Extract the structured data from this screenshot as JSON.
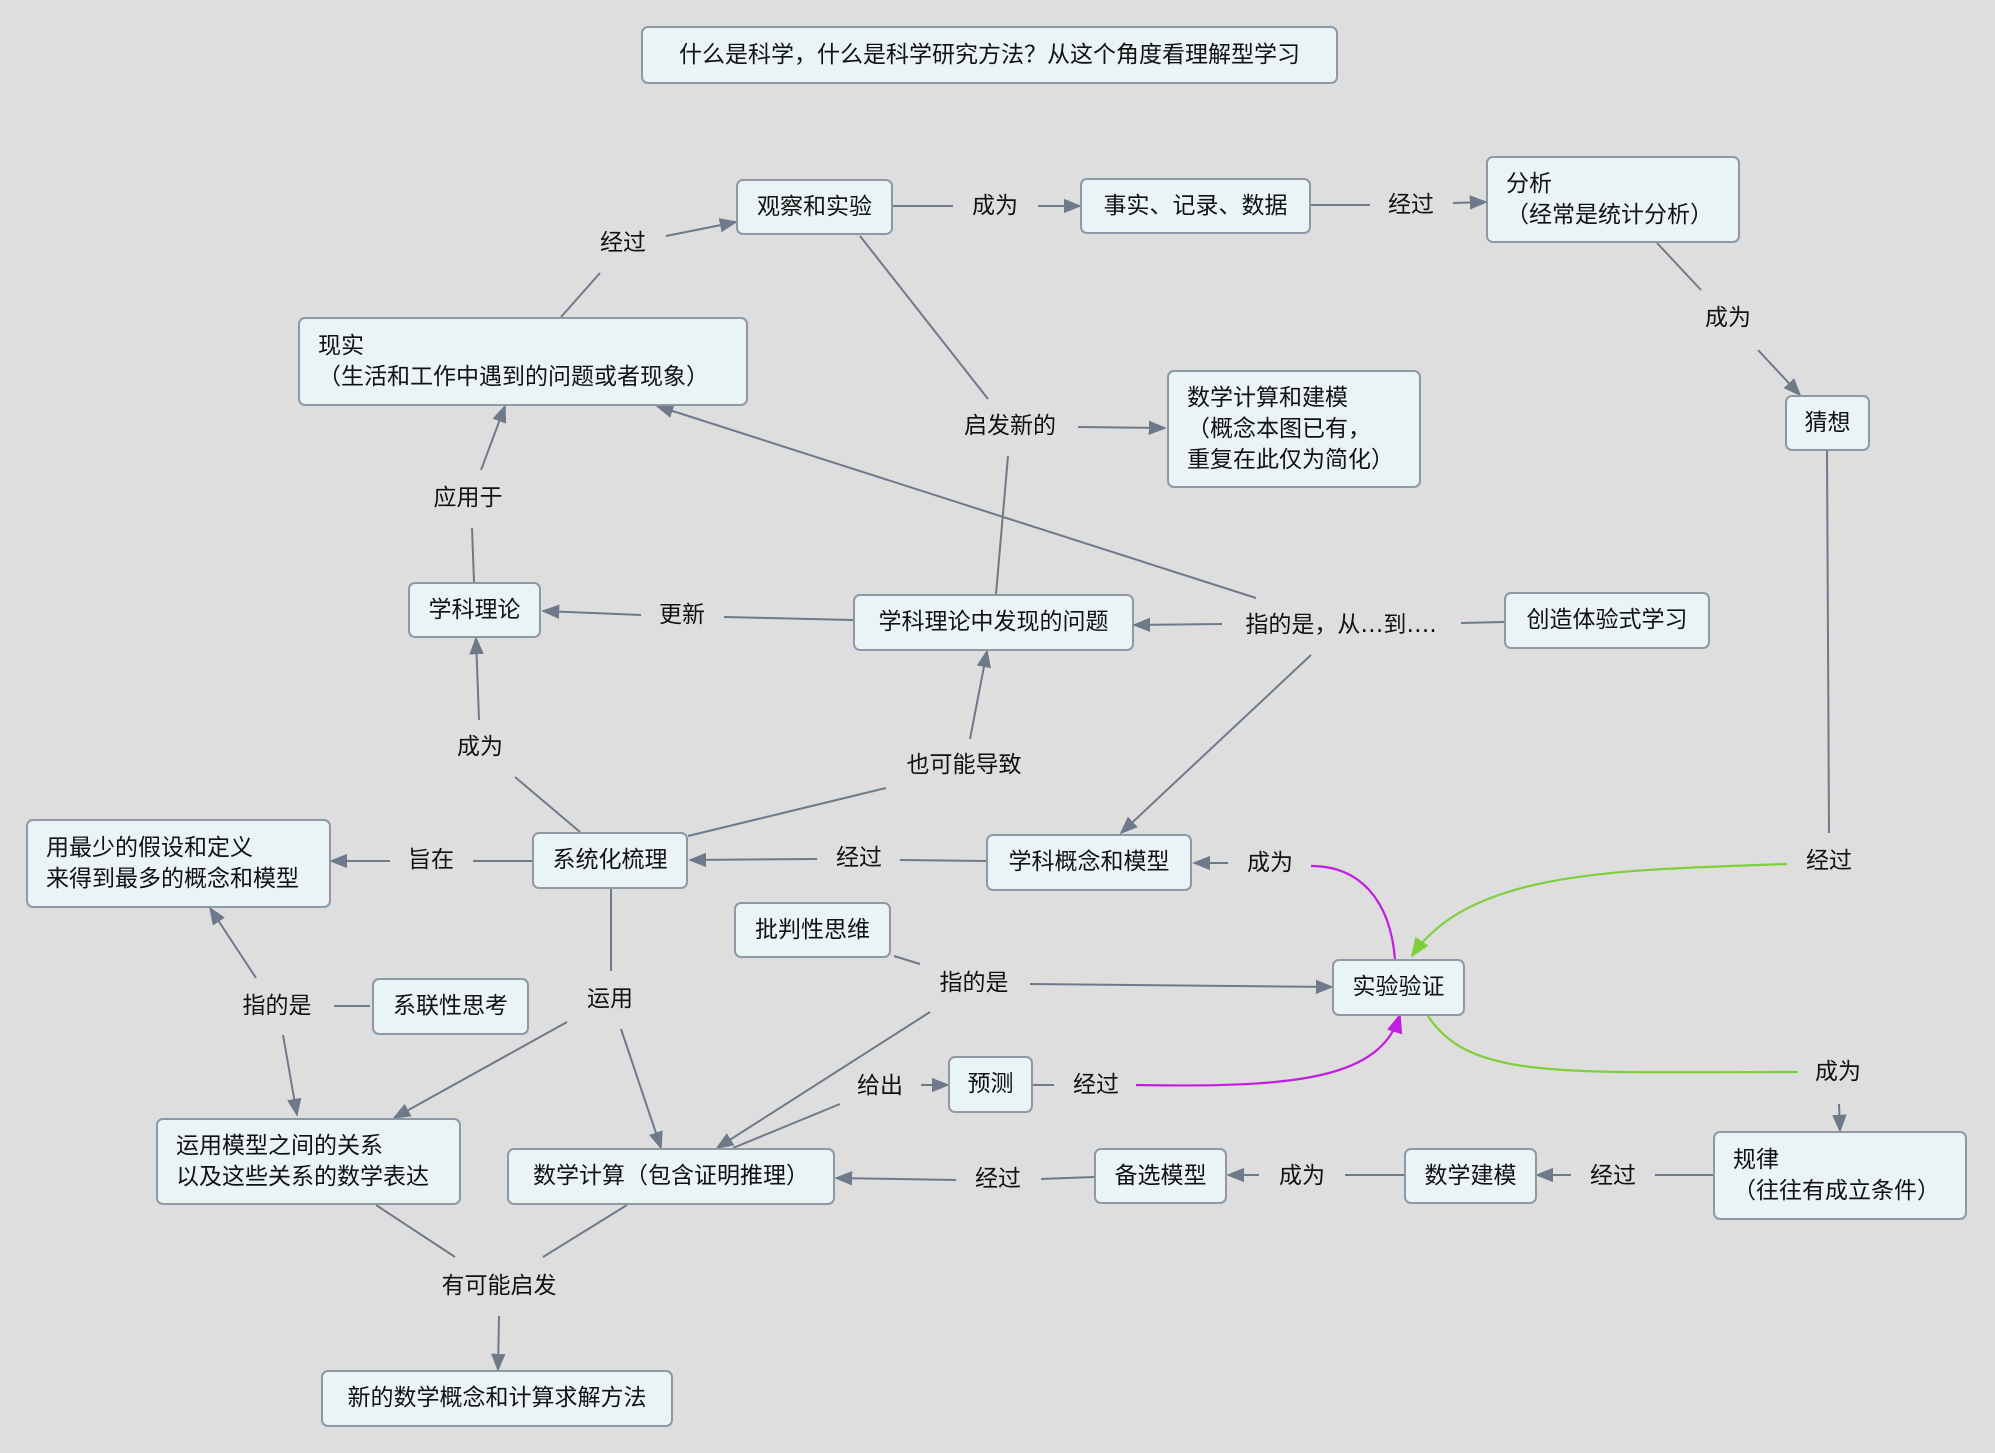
{
  "title": "什么是科学，什么是科学研究方法？从这个角度看理解型学习",
  "nodes": {
    "observe": "观察和实验",
    "facts": "事实、记录、数据",
    "analysis": "分析\n（经常是统计分析）",
    "reality": "现实\n（生活和工作中遇到的问题或者现象）",
    "math_modeling_note": "数学计算和建模\n（概念本图已有，\n重复在此仅为简化）",
    "guess": "猜想",
    "theory": "学科理论",
    "theory_problem": "学科理论中发现的问题",
    "creative": "创造体验式学习",
    "minimal": "用最少的假设和定义\n来得到最多的概念和模型",
    "systematize": "系统化梳理",
    "concepts": "学科概念和模型",
    "critical": "批判性思维",
    "experiment": "实验验证",
    "relational": "系联性思考",
    "predict": "预测",
    "relations": "运用模型之间的关系\n以及这些关系的数学表达",
    "math_calc": "数学计算（包含证明推理）",
    "candidate": "备选模型",
    "modeling": "数学建模",
    "law": "规律\n（往往有成立条件）",
    "new_math": "新的数学概念和计算求解方法"
  },
  "labels": {
    "jingguo_1": "经过",
    "chengwei_1": "成为",
    "jingguo_2": "经过",
    "chengwei_2": "成为",
    "qifa": "启发新的",
    "yingyong": "应用于",
    "gengxin": "更新",
    "zhide_cong": "指的是，从…到….",
    "chengwei_3": "成为",
    "ye_keneng": "也可能导致",
    "zhizai": "旨在",
    "jingguo_3": "经过",
    "chengwei_4": "成为",
    "jingguo_4": "经过",
    "zhide_1": "指的是",
    "yunyong": "运用",
    "zhide_2": "指的是",
    "geichu": "给出",
    "jingguo_5": "经过",
    "chengwei_5": "成为",
    "jingguo_6": "经过",
    "chengwei_6": "成为",
    "jingguo_7": "经过",
    "you_keneng": "有可能启发"
  },
  "colors": {
    "link": "#6e7a8a",
    "green_link": "#7ed03a",
    "purple_link": "#c21ee0",
    "node_fill": "#eaf3f5",
    "node_border": "#8e99a6",
    "background": "#dedede"
  }
}
